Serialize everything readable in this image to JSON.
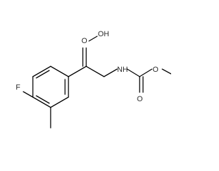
{
  "atoms": {
    "fluorine": "F",
    "oxime_oxygen": "O",
    "oxime_hydroxyl": "OH",
    "amine": "NH",
    "ester_oxygen": "O",
    "carbonyl_oxygen": "O"
  },
  "colors": {
    "bond": "#000000",
    "label": "#2b2b2b",
    "background": "#ffffff"
  }
}
